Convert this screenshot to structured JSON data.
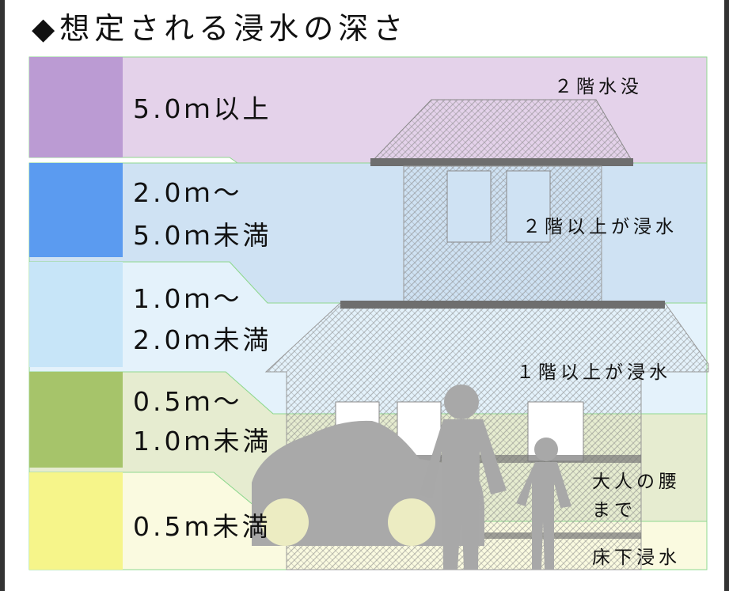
{
  "title": "◆想定される浸水の深さ",
  "bands": [
    {
      "label_lines": [
        "5.0ｍ以上"
      ],
      "color": "#bb9bd3",
      "fill": "#e4d2ea",
      "level": "5.0m+"
    },
    {
      "label_lines": [
        "2.0ｍ～",
        "5.0ｍ未満"
      ],
      "color": "#5b9bf0",
      "fill": "#cfe2f3",
      "level": "2.0-5.0m"
    },
    {
      "label_lines": [
        "1.0ｍ～",
        "2.0ｍ未満"
      ],
      "color": "#c7e5f8",
      "fill": "#e4f2fb",
      "level": "1.0-2.0m"
    },
    {
      "label_lines": [
        "0.5ｍ～",
        "1.0ｍ未満"
      ],
      "color": "#a6c46a",
      "fill": "#e6ecd0",
      "level": "0.5-1.0m"
    },
    {
      "label_lines": [
        "0.5m未満"
      ],
      "color": "#f6f58a",
      "fill": "#fafae0",
      "level": "<0.5m"
    }
  ],
  "annotations": {
    "second_floor_submerged": "２階水没",
    "second_floor_flooded": "２階以上が浸水",
    "first_floor_flooded": "１階以上が浸水",
    "adult_waist_1": "大人の腰",
    "adult_waist_2": "まで",
    "below_floor": "床下浸水"
  },
  "icons": [
    "house-silhouette-icon",
    "car-silhouette-icon",
    "adult-silhouette-icon",
    "child-silhouette-icon"
  ]
}
